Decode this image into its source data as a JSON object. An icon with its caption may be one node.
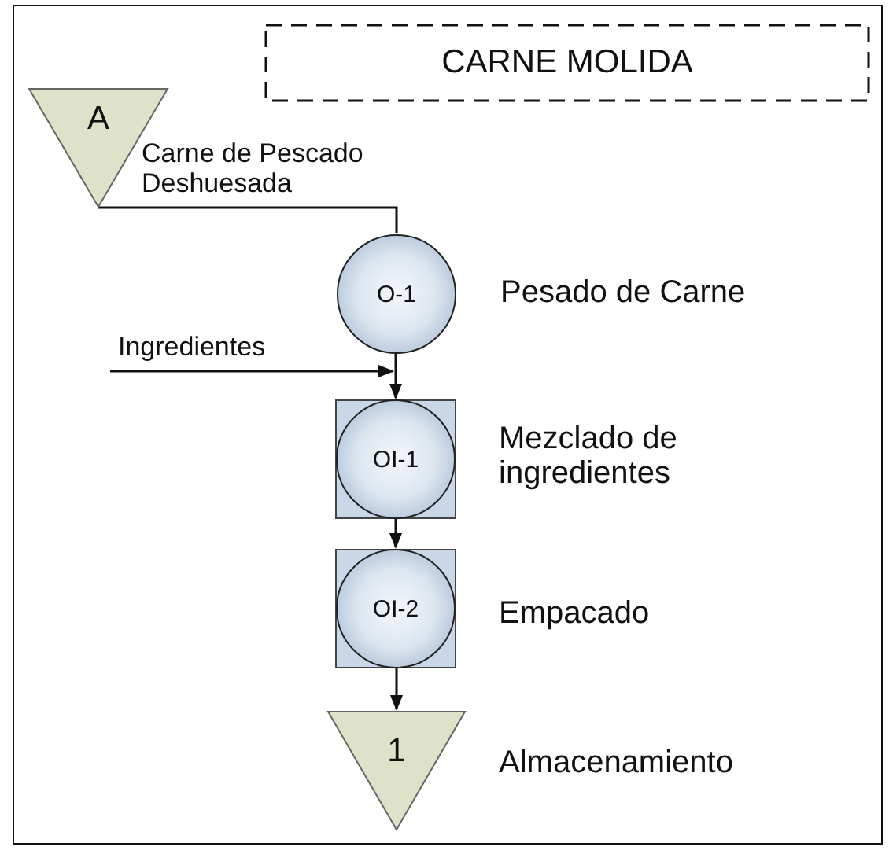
{
  "diagram": {
    "nodes": [
      {
        "text": [
          "CARNE MOLIDA"
        ]
      },
      {
        "text": [
          "A"
        ]
      },
      {
        "text": [
          "O-1"
        ],
        "beside": [
          "Pesado de Carne"
        ]
      },
      {
        "text": [
          "OI-1"
        ],
        "beside": [
          "Mezclado de ingredientes"
        ]
      },
      {
        "text": [
          "OI-2"
        ],
        "beside": [
          "Empacado"
        ]
      },
      {
        "text": [
          "1"
        ],
        "beside": [
          "Almacenamiento"
        ]
      }
    ],
    "edges": [
      {
        "from": 1,
        "to": 2,
        "arrow": "none",
        "label": "Carne de Pescado Deshuesada"
      },
      {
        "from": 2,
        "to": 3,
        "arrow": "to"
      },
      {
        "from": null,
        "to": 3,
        "arrow": "to",
        "label": "Ingredientes"
      },
      {
        "from": 3,
        "to": 4,
        "arrow": "to"
      },
      {
        "from": 4,
        "to": 5,
        "arrow": "to"
      }
    ]
  }
}
